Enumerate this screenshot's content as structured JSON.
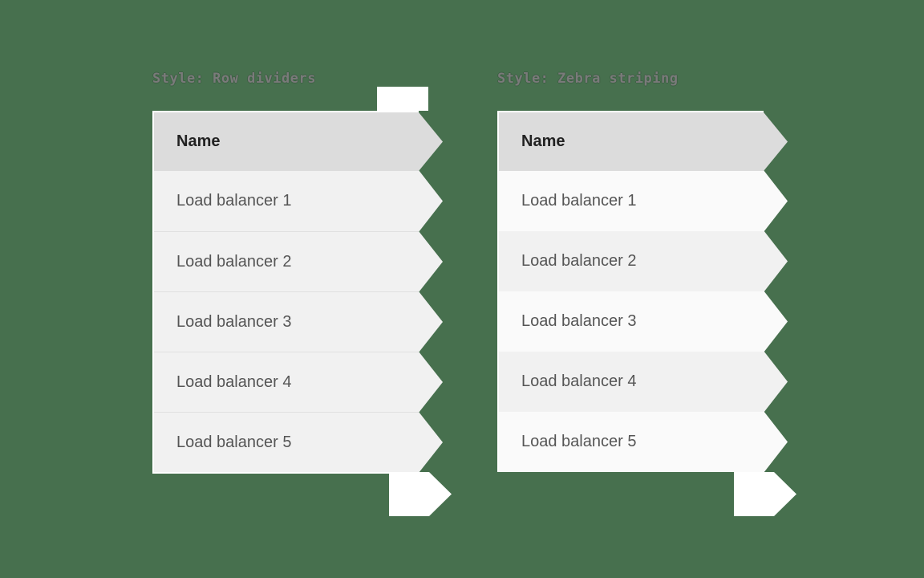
{
  "background_color": "#47704e",
  "panels": [
    {
      "id": "row-dividers",
      "caption": "Style: Row dividers",
      "column_header": "Name",
      "rows": [
        "Load balancer 1",
        "Load balancer 2",
        "Load balancer 3",
        "Load balancer 4",
        "Load balancer 5"
      ],
      "colors": {
        "header_background": "#dcdcdc",
        "header_text": "#222222",
        "row_background": "#f1f1f1",
        "row_text": "#555555",
        "divider": "#e0e0e0",
        "edge": "#ffffff"
      },
      "has_top_tab": true,
      "has_bottom_tab": true
    },
    {
      "id": "zebra",
      "caption": "Style: Zebra striping",
      "column_header": "Name",
      "rows": [
        "Load balancer 1",
        "Load balancer 2",
        "Load balancer 3",
        "Load balancer 4",
        "Load balancer 5"
      ],
      "colors": {
        "header_background": "#dcdcdc",
        "header_text": "#222222",
        "row_background_odd": "#fafafa",
        "row_background_even": "#f1f1f1",
        "row_text": "#555555",
        "edge": "#ffffff"
      },
      "has_top_tab": false,
      "has_bottom_tab": true
    }
  ]
}
